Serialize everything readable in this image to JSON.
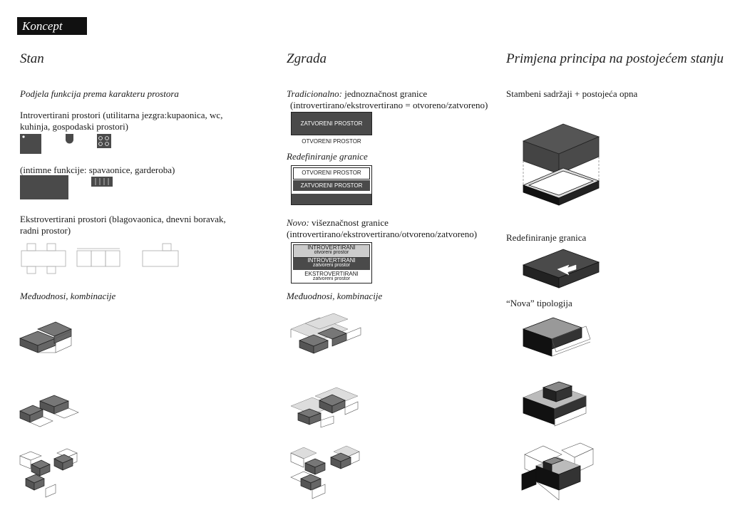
{
  "tag": "Koncept",
  "columns": {
    "stan": {
      "title": "Stan",
      "subtitle": "Podjela funkcija prema karakteru prostora",
      "introvert_text": "Introvertirani prostori (utilitarna jezgra:kupaonica, wc, kuhinja, gospodaski prostori)",
      "intimate_text": "(intimne funkcije: spavaonice, garderoba)",
      "extrovert_text": "Ekstrovertirani prostori (blagovaonica, dnevni boravak, radni prostor)",
      "relations": "Međuodnosi, kombinacije"
    },
    "zgrada": {
      "title": "Zgrada",
      "traditional_label": "Tradicionalno:",
      "traditional_text": " jednoznačnost granice",
      "traditional_sub": "(introvertirano/ekstrovertirano = otvoreno/zatvoreno)",
      "box1_dark": "ZATVORENI PROSTOR",
      "box1_below": "OTVORENI PROSTOR",
      "redef_label": "Redefiniranje granice",
      "box2_top": "OTVORENI PROSTOR",
      "box2_mid": "ZATVORENI PROSTOR",
      "novo_label": "Novo:",
      "novo_text": " višeznačnost granice",
      "novo_sub": "(introvertirano/ekstrovertirano/otvoreno/zatvoreno)",
      "box3_r1a": "INTROVERTIRANI",
      "box3_r1b": "otvoreni prostor",
      "box3_r2a": "INTROVERTIRANI",
      "box3_r2b": "zatvoreni prostor",
      "box3_r3a": "EKSTROVERTIRANI",
      "box3_r3b": "zatvoreni prostor",
      "relations": "Međuodnosi, kombinacije"
    },
    "primjena": {
      "title": "Primjena principa na postojećem stanju",
      "caption1": "Stambeni sadržaji + postojeća opna",
      "caption2": "Redefiniranje granica",
      "caption3": "“Nova” tipologija"
    }
  }
}
